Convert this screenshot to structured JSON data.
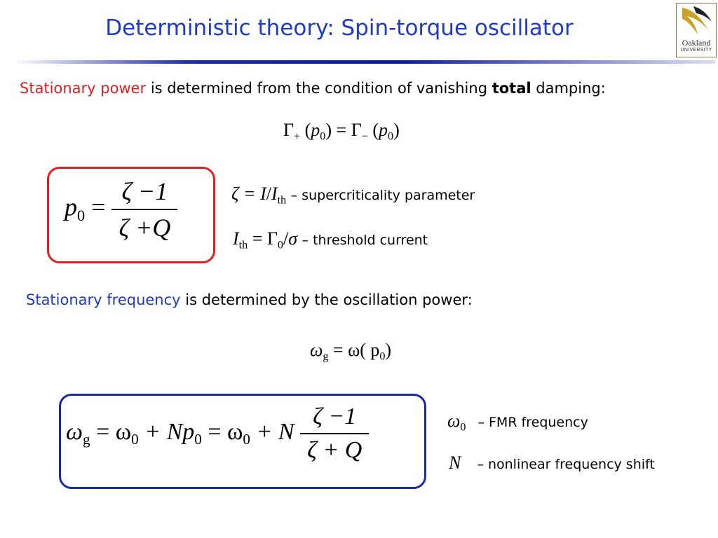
{
  "slide": {
    "title": "Deterministic theory: Spin-torque oscillator",
    "logo": {
      "name": "Oakland",
      "sub": "UNIVERSITY"
    },
    "section1": {
      "highlight": "Stationary power",
      "rest_a": " is determined from the condition of vanishing ",
      "bold": "total",
      "rest_b": " damping:"
    },
    "eq_balance": {
      "lhs": "Γ",
      "lhs_sub": "+",
      "arg": "p",
      "arg_sub": "0",
      "eq": "=",
      "rhs": "Γ",
      "rhs_sub": "−"
    },
    "eq_power": {
      "var": "p",
      "var_sub": "0",
      "eq": "=",
      "num": "ζ −1",
      "den": "ζ +Q"
    },
    "defs1": [
      {
        "expr_a": "ζ = I",
        "slash": "/",
        "expr_b": "I",
        "expr_sub": "th",
        "text": "– supercriticality parameter"
      },
      {
        "expr_a": "I",
        "expr_sub_a": "th",
        "expr_b": " = Γ",
        "expr_sub_b": "0",
        "slash": "/",
        "expr_c": "σ",
        "text": "– threshold current"
      }
    ],
    "section2": {
      "highlight": "Stationary frequency",
      "rest": " is determined by the oscillation power:"
    },
    "eq_freq_simple": {
      "lhs": "ω",
      "lhs_sub": "g",
      "rhs": " = ω( p",
      "rhs_sub": "0",
      "close": ")"
    },
    "eq_freq": {
      "p1": "ω",
      "p1_sub": "g",
      "p2": " = ω",
      "p2_sub": "0",
      "p3": " + Np",
      "p3_sub": "0",
      "p4": " = ω",
      "p4_sub": "0",
      "p5": " + N",
      "num": "ζ −1",
      "den": "ζ + Q"
    },
    "defs2": [
      {
        "sym": "ω",
        "sym_sub": "0",
        "text": "– FMR frequency"
      },
      {
        "sym": "N",
        "text": "– nonlinear frequency shift"
      }
    ],
    "colors": {
      "title": "#1f3bbf",
      "highlight_red": "#e02020",
      "highlight_blue": "#1f3bbf",
      "box_red": "#e02020",
      "box_blue": "#1a2aa8"
    }
  }
}
